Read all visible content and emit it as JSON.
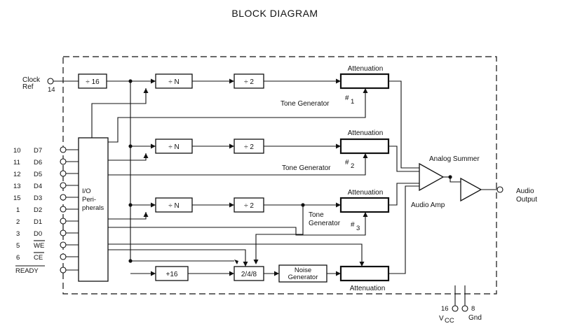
{
  "title": "BLOCK DIAGRAM",
  "inputs": {
    "clock_ref": {
      "line1": "Clock",
      "line2": "Ref",
      "pin": "14"
    },
    "pins": [
      {
        "num": "10",
        "name": "D7"
      },
      {
        "num": "11",
        "name": "D6"
      },
      {
        "num": "12",
        "name": "D5"
      },
      {
        "num": "13",
        "name": "D4"
      },
      {
        "num": "15",
        "name": "D3"
      },
      {
        "num": "1",
        "name": "D2"
      },
      {
        "num": "2",
        "name": "D1"
      },
      {
        "num": "3",
        "name": "D0"
      },
      {
        "num": "5",
        "name": "WE"
      },
      {
        "num": "6",
        "name": "CE"
      },
      {
        "num": "",
        "name": "READY"
      }
    ]
  },
  "blocks": {
    "divide_16_top": "÷ 16",
    "divide_n": "÷ N",
    "divide_2": "÷ 2",
    "io_line1": "I/O",
    "io_line2": "Peri-",
    "io_line3": "pherals",
    "plus_16": "+16",
    "selector": "2/4/8",
    "noise_line1": "Noise",
    "noise_line2": "Generator"
  },
  "labels": {
    "attenuation": "Attenuation",
    "tone_generator": "Tone Generator",
    "tone": "Tone",
    "generator": "Generator",
    "num1": "1",
    "num2": "2",
    "num3": "3",
    "hash": "#",
    "analog_summer": "Analog Summer",
    "audio_amp": "Audio Amp",
    "audio_output_line1": "Audio",
    "audio_output_line2": "Output",
    "vcc_pin": "16",
    "vcc": "V",
    "vcc_sub": "CC",
    "gnd_pin": "8",
    "gnd": "Gnd"
  }
}
